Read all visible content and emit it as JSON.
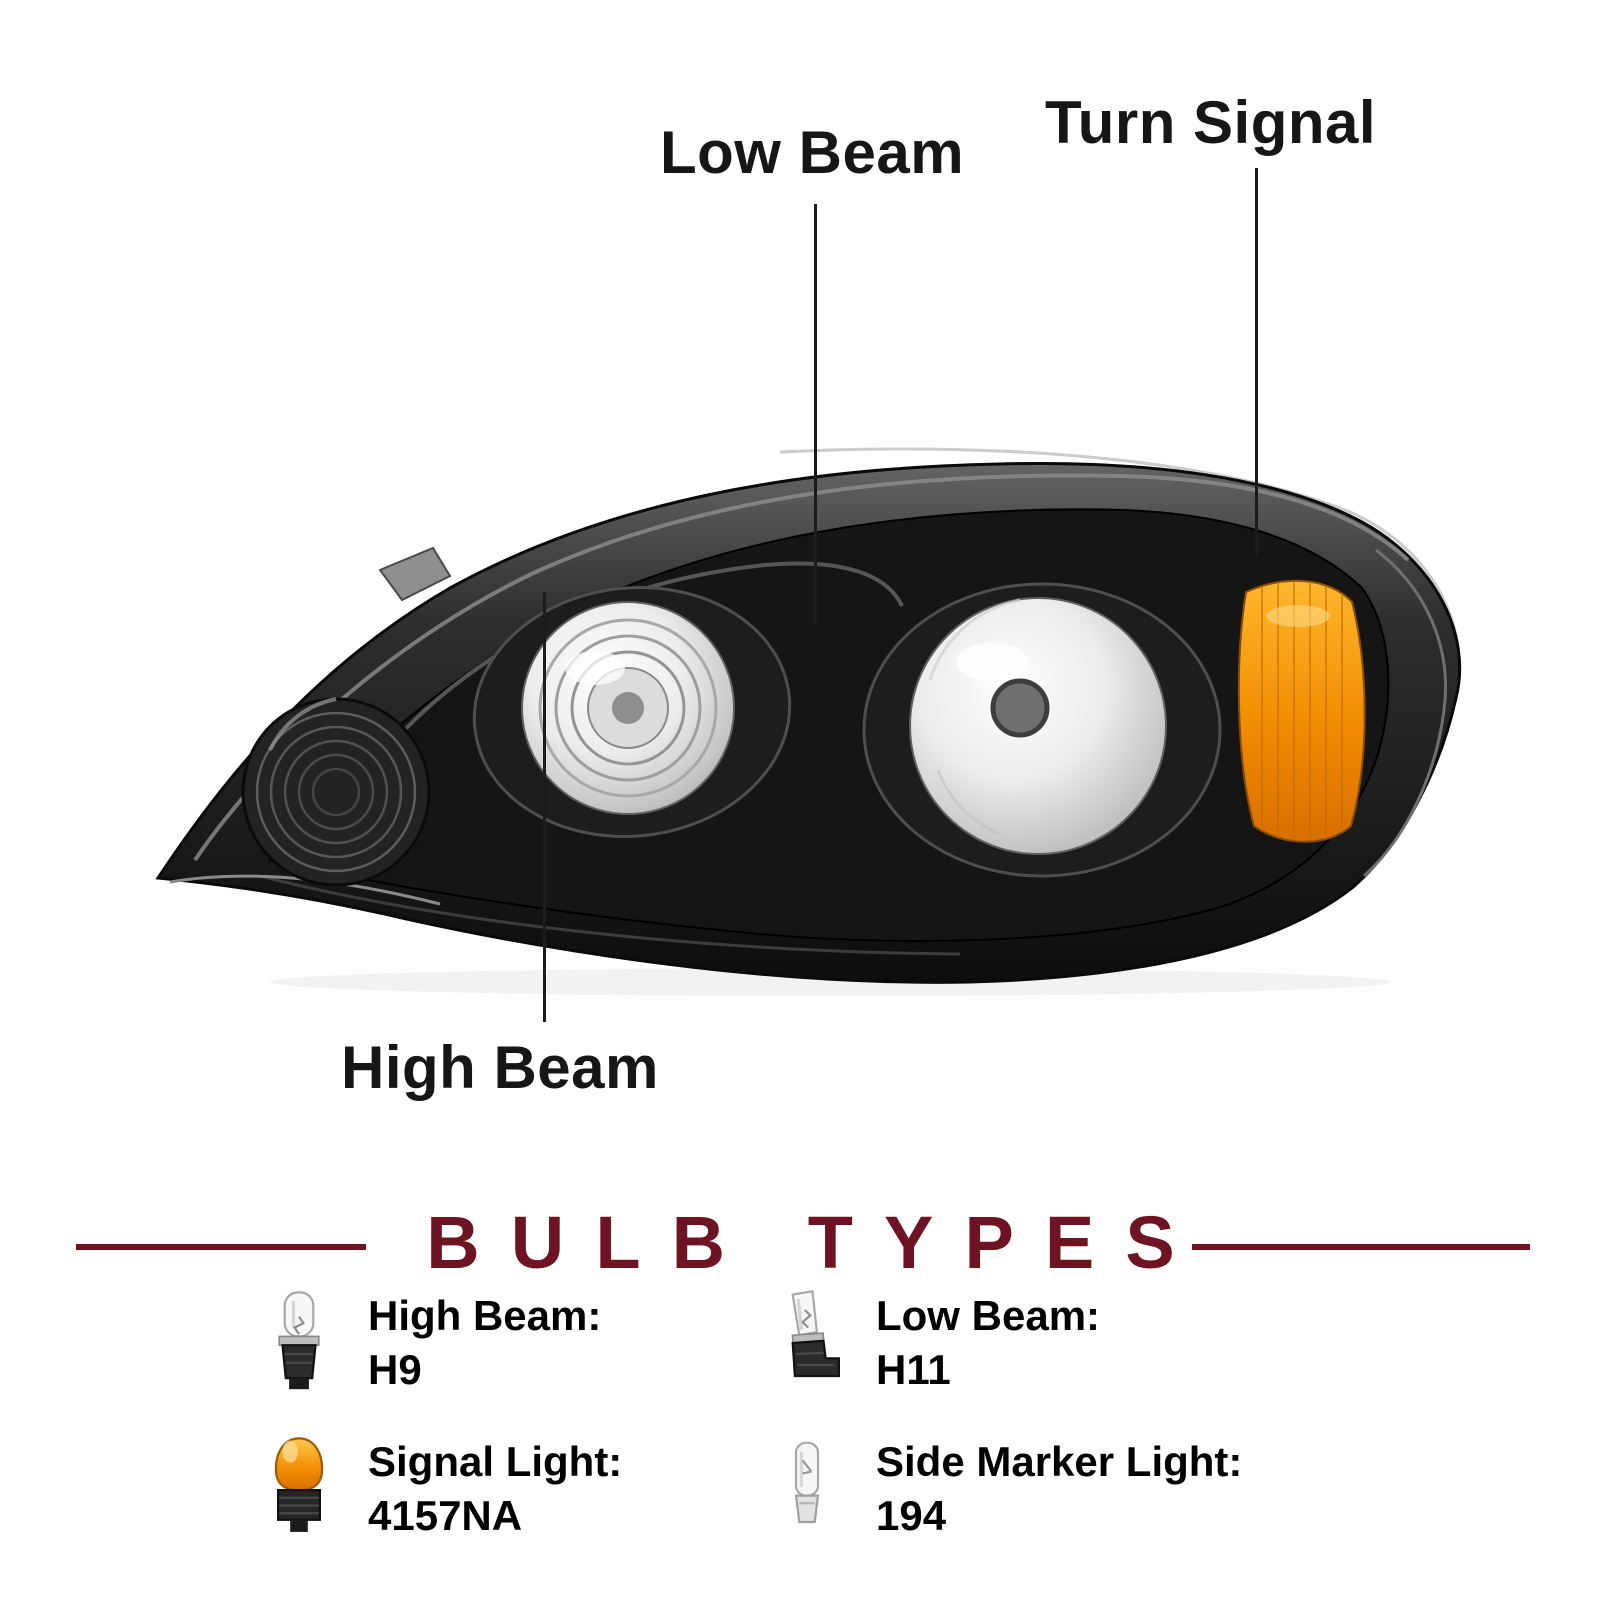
{
  "callouts": {
    "low_beam": {
      "label": "Low Beam"
    },
    "turn_signal": {
      "label": "Turn Signal"
    },
    "high_beam": {
      "label": "High Beam"
    }
  },
  "bulb_section": {
    "title": "BULB TYPES",
    "accent_color": "#6e1322",
    "items": [
      {
        "name": "high-beam",
        "label": "High Beam:",
        "value": "H9",
        "icon": "clear-halogen-bulb-icon"
      },
      {
        "name": "low-beam",
        "label": "Low Beam:",
        "value": "H11",
        "icon": "clear-halogen-l-base-bulb-icon"
      },
      {
        "name": "signal-light",
        "label": "Signal Light:",
        "value": "4157NA",
        "icon": "amber-signal-bulb-icon"
      },
      {
        "name": "side-marker-light",
        "label": "Side Marker Light:",
        "value": "194",
        "icon": "wedge-base-bulb-icon"
      }
    ]
  },
  "illustration": {
    "subject": "headlight-assembly",
    "housing_color": "#1a1a1a",
    "turn_signal_color": "#ef8b00"
  }
}
